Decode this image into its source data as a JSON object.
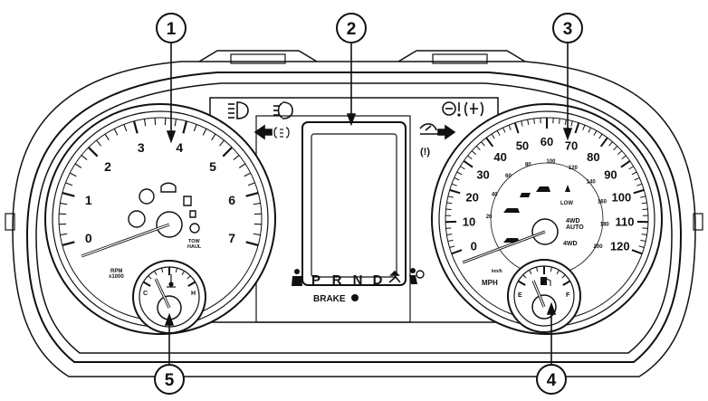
{
  "tachometer": {
    "labels": [
      "0",
      "1",
      "2",
      "3",
      "4",
      "5",
      "6",
      "7"
    ],
    "units": [
      "RPM",
      "x1000"
    ],
    "tow_label": [
      "TOW",
      "HAUL"
    ]
  },
  "speedometer": {
    "mph_labels": [
      "0",
      "10",
      "20",
      "30",
      "40",
      "50",
      "60",
      "70",
      "80",
      "90",
      "100",
      "110",
      "120"
    ],
    "kmh_labels": [
      "20",
      "40",
      "60",
      "80",
      "100",
      "120",
      "140",
      "160",
      "180",
      "200"
    ],
    "unit_mph": "MPH",
    "unit_kmh": "km/h",
    "four_wd_auto": [
      "4WD",
      "AUTO"
    ],
    "four_wd": "4WD",
    "low": "LOW"
  },
  "temp_gauge": {
    "cold": "C",
    "hot": "H"
  },
  "fuel_gauge": {
    "empty": "E",
    "full": "F"
  },
  "gear_selector": {
    "gears": [
      "P",
      "R",
      "N",
      "D"
    ],
    "brake": "BRAKE"
  },
  "telltale_symbol": "(!)",
  "callouts": [
    "1",
    "2",
    "3",
    "4",
    "5"
  ],
  "colors": {
    "line": "#111111",
    "fill": "#ffffff"
  },
  "icons": [
    "headlight-icon",
    "fog-light-icon",
    "left-turn-arrow-icon",
    "right-turn-arrow-icon",
    "cruise-icon",
    "rear-fog-icon",
    "wrench-icon",
    "seatbelt-icon",
    "airbag-icon",
    "oil-can-icon",
    "engine-icon",
    "traction-icon"
  ]
}
